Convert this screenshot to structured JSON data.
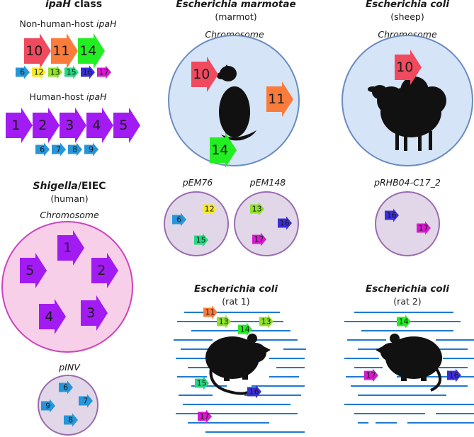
{
  "legend": {
    "title_italic": "ipaH",
    "title_rest": " class",
    "non_human_prefix": "Non-human-host ",
    "non_human_italic": "ipaH",
    "human_prefix": "Human-host ",
    "human_italic": "ipaH",
    "non_human_large": [
      "10",
      "11",
      "14"
    ],
    "non_human_small": [
      "6",
      "12",
      "13",
      "15",
      "16",
      "17"
    ],
    "human_large": [
      "1",
      "2",
      "3",
      "4",
      "5"
    ],
    "human_small": [
      "6",
      "7",
      "8",
      "9"
    ]
  },
  "marmot": {
    "species": "Escherichia marmotae",
    "host": "(marmot)",
    "chromosome_label": "Chromosome",
    "chromosome_genes": [
      "10",
      "11",
      "14"
    ],
    "plasmid1_label": "pEM76",
    "plasmid1_genes": [
      "12",
      "6",
      "15"
    ],
    "plasmid2_label": "pEM148",
    "plasmid2_genes": [
      "13",
      "16",
      "17"
    ]
  },
  "sheep": {
    "species": "Escherichia coli",
    "host": "(sheep)",
    "chromosome_label": "Chromosome",
    "chromosome_genes": [
      "10"
    ],
    "plasmid_label": "pRHB04-C17_2",
    "plasmid_genes": [
      "16",
      "17"
    ]
  },
  "shigella": {
    "title_italic": "Shigella",
    "title_rest": "/EIEC",
    "host": "(human)",
    "chromosome_label": "Chromosome",
    "chromosome_genes": [
      "1",
      "2",
      "3",
      "4",
      "5"
    ],
    "plasmid_label": "pINV",
    "plasmid_genes": [
      "6",
      "7",
      "9",
      "8"
    ]
  },
  "rat1": {
    "species": "Escherichia coli",
    "host": "(rat 1)",
    "genes": [
      "11",
      "13",
      "14",
      "13",
      "15",
      "16",
      "17"
    ]
  },
  "rat2": {
    "species": "Escherichia coli",
    "host": "(rat 2)",
    "genes": [
      "14",
      "17",
      "16"
    ]
  },
  "colors": {
    "g1_5": "#a31bf3",
    "g6_9": "#2596d9",
    "g10": "#f04a5f",
    "g11": "#fb7b3a",
    "g12": "#f5ea2a",
    "g13": "#8ee12c",
    "g14": "#22ee22",
    "g15": "#25d77f",
    "g16": "#3a2ed9",
    "g17": "#d619cf",
    "chromosome_fill": "#d6e4f7",
    "chromosome_stroke": "#6a8cc0",
    "plasmid_fill": "#e1d7e8",
    "plasmid_stroke": "#9a6bb0",
    "shigella_fill": "#f8cfe8",
    "shigella_stroke": "#cc44bb",
    "read_line": "#1f7ad1"
  }
}
